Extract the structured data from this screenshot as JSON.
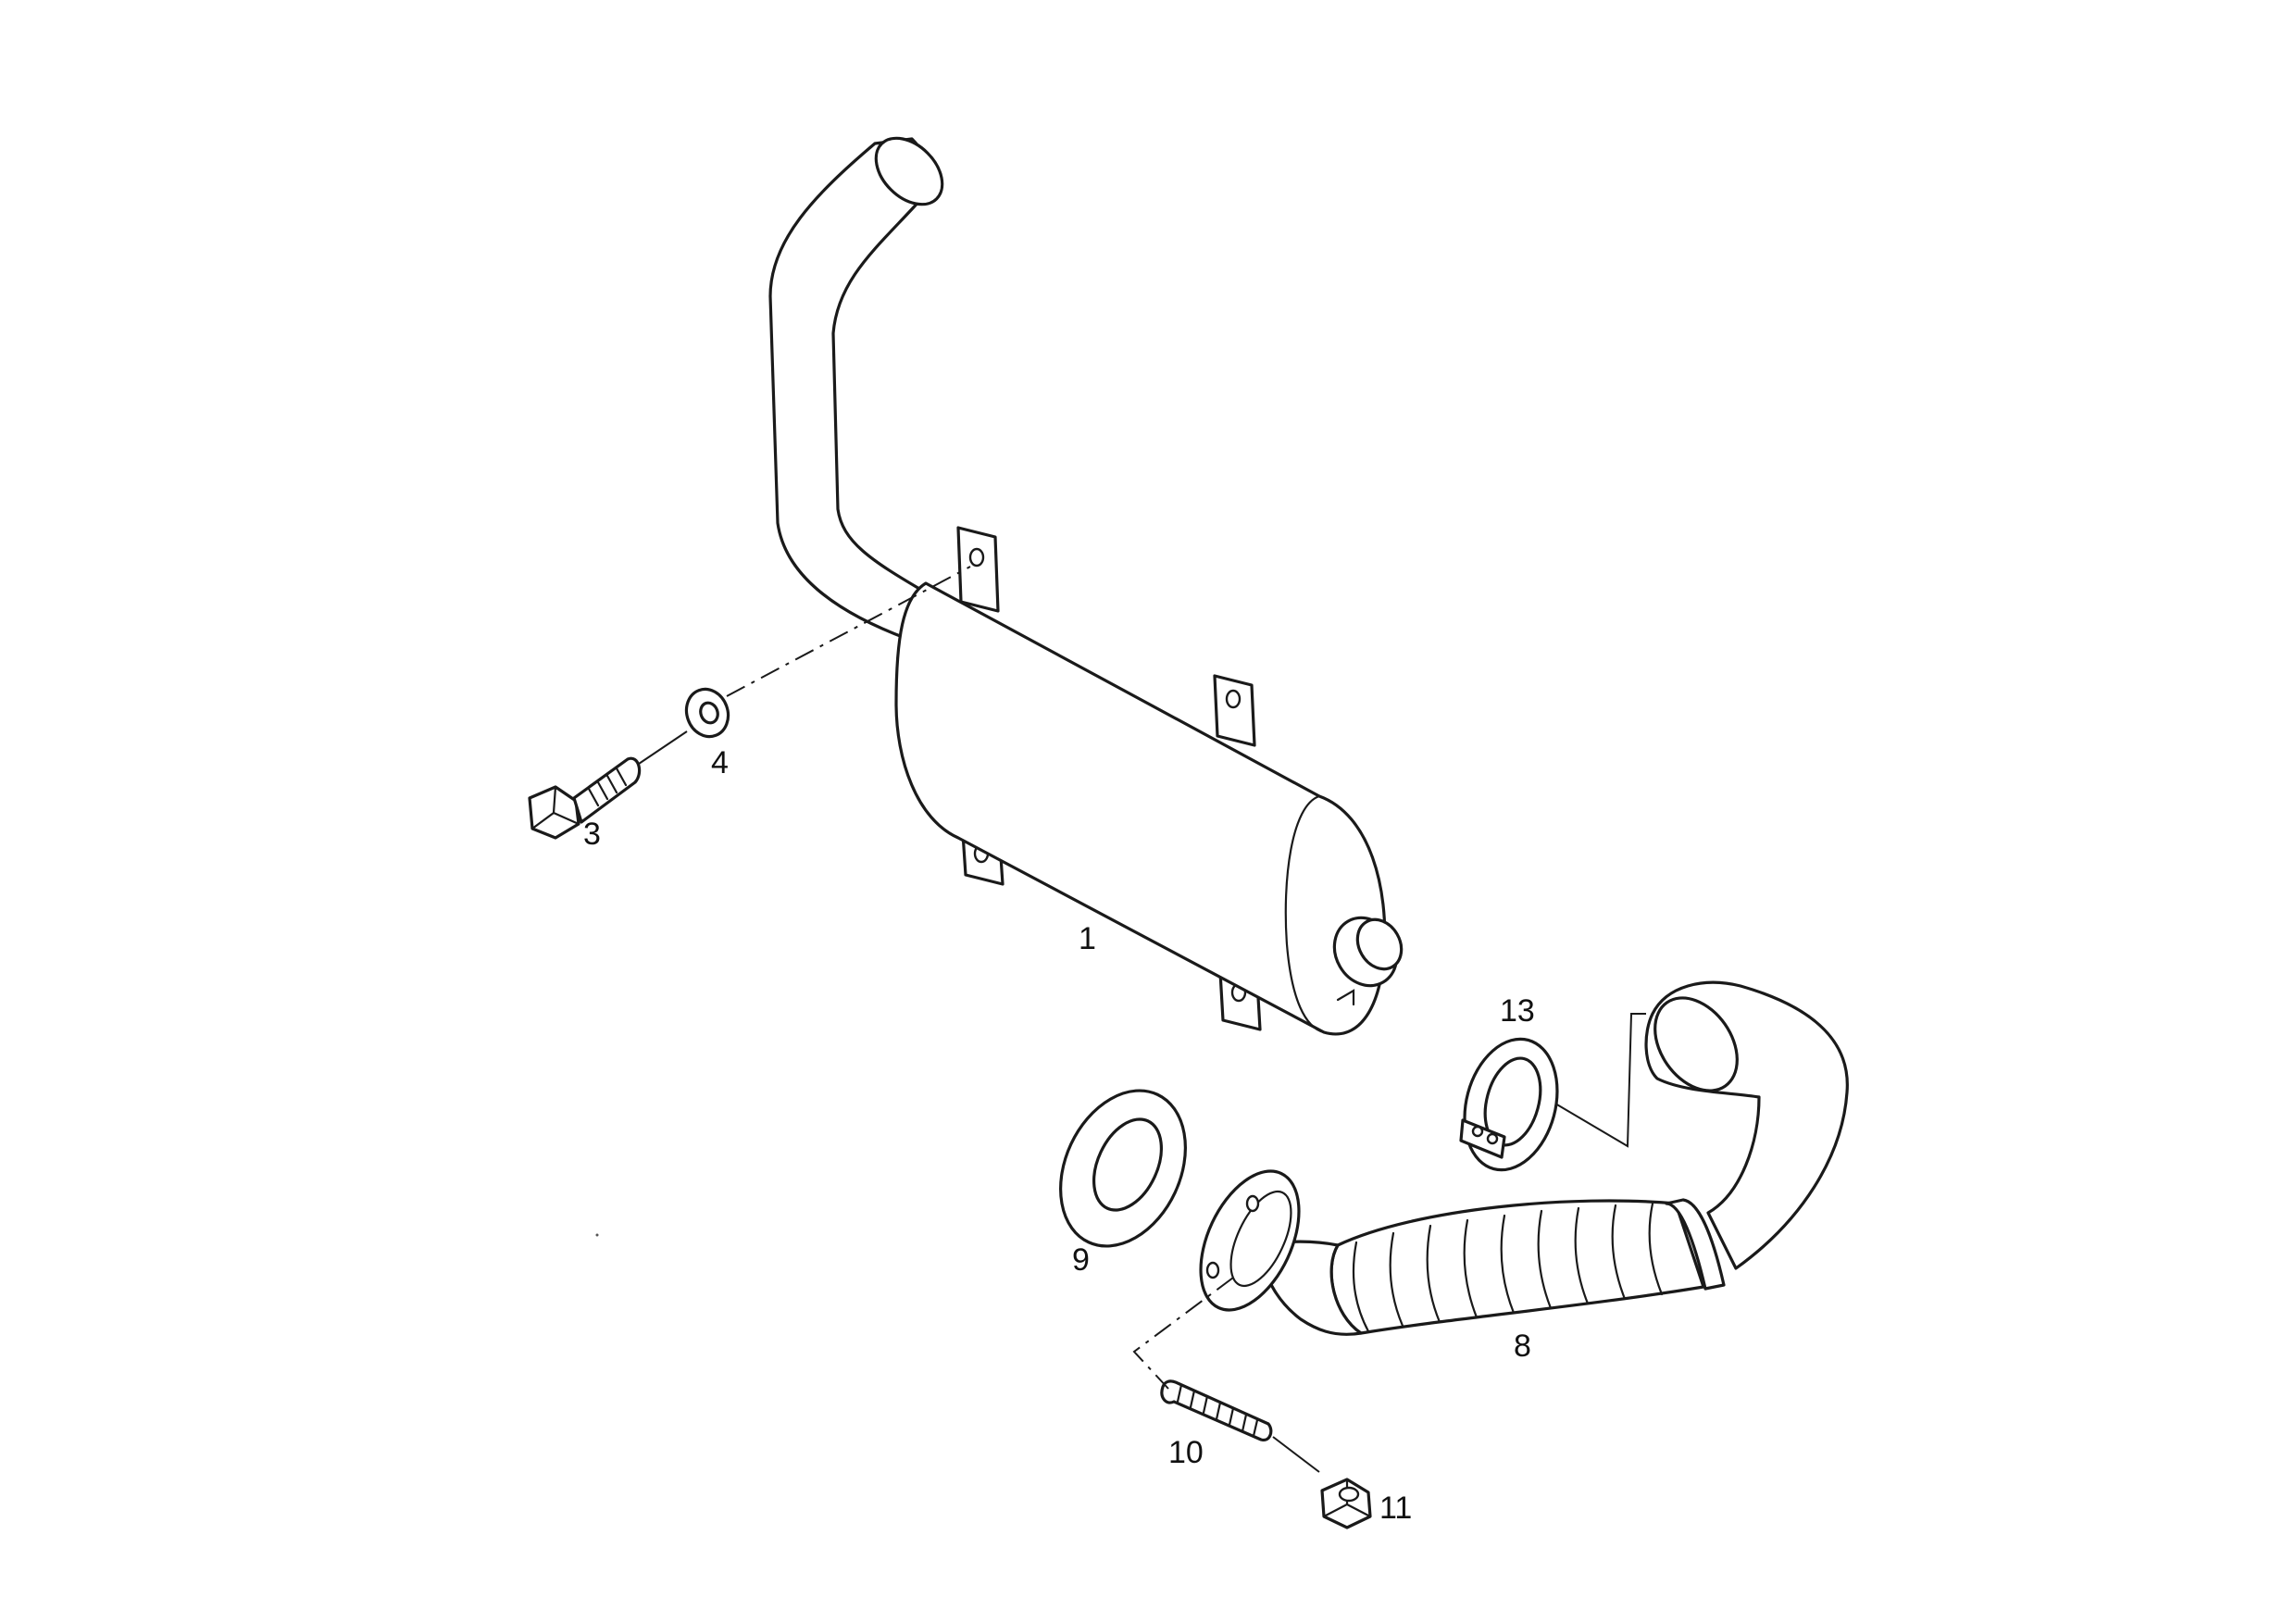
{
  "callouts": [
    {
      "id": "muffler",
      "number": "1"
    },
    {
      "id": "bolt",
      "number": "3"
    },
    {
      "id": "washer",
      "number": "4"
    },
    {
      "id": "flex-pipe",
      "number": "8"
    },
    {
      "id": "gasket",
      "number": "9"
    },
    {
      "id": "stud",
      "number": "10"
    },
    {
      "id": "nut",
      "number": "11"
    },
    {
      "id": "clamp",
      "number": "13"
    }
  ],
  "colors": {
    "line": "#1a1a1a",
    "background": "#ffffff"
  }
}
